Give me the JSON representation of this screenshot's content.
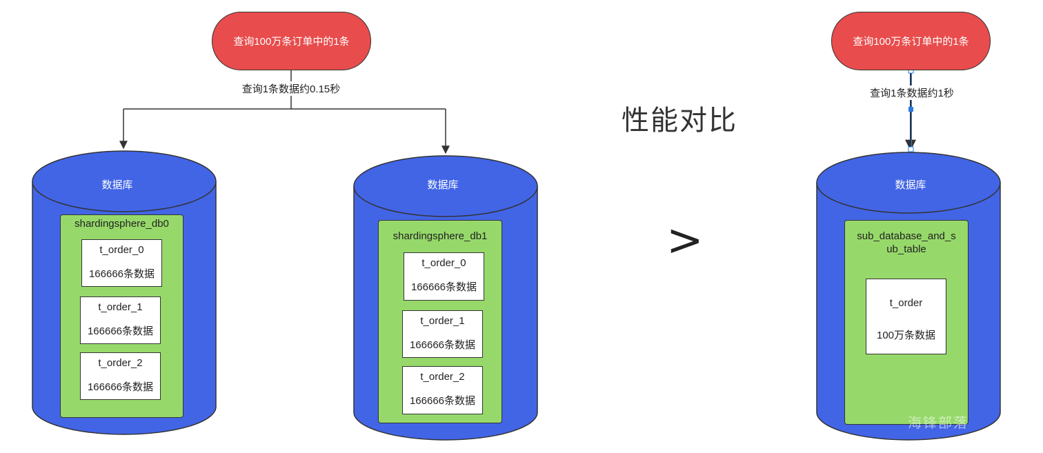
{
  "title": "性能对比",
  "comparison_symbol": ">",
  "watermark": "海锋部落",
  "colors": {
    "query": "#e84c4c",
    "database": "#4265e6",
    "schema": "#96d96a",
    "table": "#ffffff",
    "stroke": "#333333"
  },
  "left": {
    "query": "查询100万条订单中的1条",
    "edge_label": "查询1条数据约0.15秒",
    "databases": [
      {
        "label": "数据库",
        "schema": "shardingsphere_db0",
        "tables": [
          {
            "name": "t_order_0",
            "count": "166666条数据"
          },
          {
            "name": "t_order_1",
            "count": "166666条数据"
          },
          {
            "name": "t_order_2",
            "count": "166666条数据"
          }
        ]
      },
      {
        "label": "数据库",
        "schema": "shardingsphere_db1",
        "tables": [
          {
            "name": "t_order_0",
            "count": "166666条数据"
          },
          {
            "name": "t_order_1",
            "count": "166666条数据"
          },
          {
            "name": "t_order_2",
            "count": "166666条数据"
          }
        ]
      }
    ]
  },
  "right": {
    "query": "查询100万条订单中的1条",
    "edge_label": "查询1条数据约1秒",
    "database": {
      "label": "数据库",
      "schema_line1": "sub_database_and_s",
      "schema_line2": "ub_table",
      "table": {
        "name": "t_order",
        "count": "100万条数据"
      }
    }
  }
}
